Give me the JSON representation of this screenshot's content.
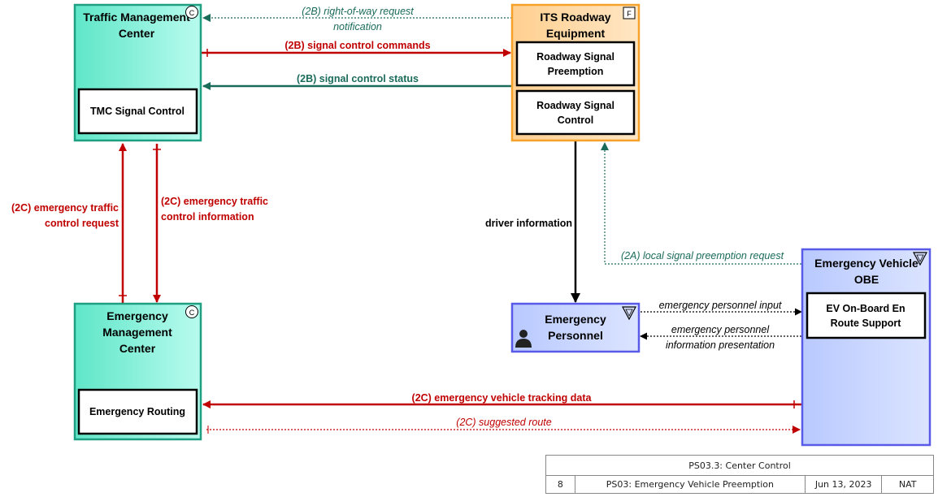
{
  "colors": {
    "center_fill": "#7ff0d8",
    "center_border": "#1f9f82",
    "field_fill": "#ffd9a6",
    "field_border": "#f5a12a",
    "vehicle_fill": "#c9d7ff",
    "vehicle_border": "#5a5ae8",
    "red": "#c00000",
    "teal": "#1a6b5a",
    "black": "#000000"
  },
  "nodes": {
    "tmc": {
      "title_line1": "Traffic Management",
      "title_line2": "Center",
      "badge": "C",
      "function": "TMC Signal Control"
    },
    "its": {
      "title_line1": "ITS Roadway",
      "title_line2": "Equipment",
      "badge": "F",
      "function1_line1": "Roadway Signal",
      "function1_line2": "Preemption",
      "function2_line1": "Roadway Signal",
      "function2_line2": "Control"
    },
    "emc": {
      "title_line1": "Emergency",
      "title_line2": "Management",
      "title_line3": "Center",
      "badge": "C",
      "function": "Emergency Routing"
    },
    "personnel": {
      "title_line1": "Emergency",
      "title_line2": "Personnel"
    },
    "ev": {
      "title_line1": "Emergency Vehicle",
      "title_line2": "OBE",
      "function_line1": "EV On-Board En",
      "function_line2": "Route Support"
    }
  },
  "flows": {
    "row_request_1": "(2B) right-of-way request",
    "row_request_2": "notification",
    "signal_commands": "(2B) signal control commands",
    "signal_status": "(2B) signal control status",
    "driver_info": "driver information",
    "etc_request_1": "(2C) emergency traffic",
    "etc_request_2": "control request",
    "etc_info_1": "(2C) emergency traffic",
    "etc_info_2": "control information",
    "local_preemption": "(2A) local signal preemption request",
    "personnel_input": "emergency personnel input",
    "personnel_info_1": "emergency personnel",
    "personnel_info_2": "information presentation",
    "tracking_data": "(2C) emergency vehicle tracking data",
    "suggested_route": "(2C) suggested route"
  },
  "footer": {
    "title": "PS03.3: Center Control",
    "number": "8",
    "package": "PS03: Emergency Vehicle Preemption",
    "date": "Jun 13, 2023",
    "scope": "NAT"
  }
}
